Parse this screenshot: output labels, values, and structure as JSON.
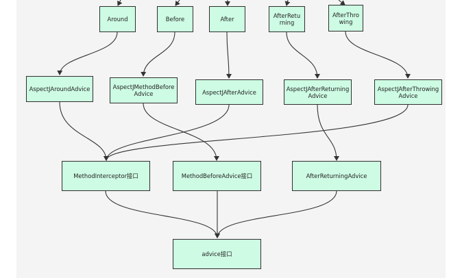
{
  "diagram": {
    "nodes": {
      "around": "Around",
      "before": "Before",
      "after": "After",
      "after_returning": "AfterRetu\nrning",
      "after_throwing": "AfterThro\nwing",
      "aspectj_around_advice": "AspectJAroundAdvice",
      "aspectj_method_before_advice": "AspectJMethodBefore\nAdvice",
      "aspectj_after_advice": "AspectJAfterAdvice",
      "aspectj_after_returning_advice": "AspectJAfterReturning\nAdvice",
      "aspectj_after_throwing_advice": "AspectJAfterThrowing\nAdvice",
      "method_interceptor": "MethodInterceptor接口",
      "method_before_advice": "MethodBeforeAdvice接口",
      "after_returning_advice": "AfterReturningAdvice",
      "advice": "advice接口"
    },
    "colors": {
      "node_fill": "#cdfbe3",
      "node_border": "#2e2e2e",
      "edge": "#333333",
      "background": "#f4f4f4"
    }
  }
}
